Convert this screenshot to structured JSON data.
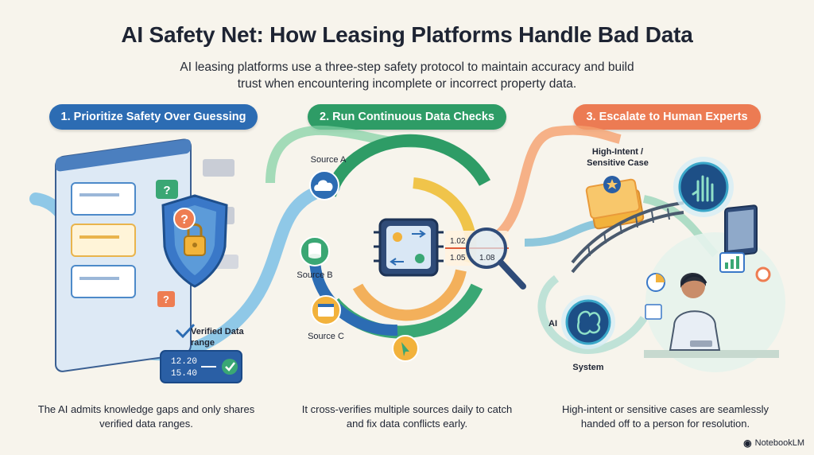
{
  "header": {
    "title": "AI Safety Net: How Leasing Platforms Handle Bad Data",
    "subtitle": "AI leasing platforms use a three-step safety protocol to maintain accuracy and build trust when encountering incomplete or incorrect property data."
  },
  "steps": [
    {
      "label": "1. Prioritize Safety Over Guessing",
      "color": "#2c6cb3",
      "caption": "The AI admits knowledge gaps and only shares verified data ranges.",
      "verified_label": "Verified Data range",
      "range_values": [
        "12.20",
        "15.40"
      ],
      "unknown_glyph": "?"
    },
    {
      "label": "2. Run Continuous Data Checks",
      "color": "#2e9c66",
      "caption": "It cross-verifies multiple sources daily to catch and fix data conflicts early.",
      "sources": [
        "Source A",
        "Source B",
        "Source C"
      ],
      "values_left": [
        "1.02",
        "1.05"
      ],
      "values_right": [
        "1.08"
      ]
    },
    {
      "label": "3. Escalate to Human Experts",
      "color": "#ec7b53",
      "caption": "High-intent or sensitive cases are seamlessly handed off to a person for resolution.",
      "case_label": "High-Intent / Sensitive Case",
      "ai_label": "AI",
      "system_label": "System"
    }
  ],
  "brand": "NotebookLM",
  "icons": [
    "shield-lock-icon",
    "cloud-icon",
    "database-icon",
    "window-icon",
    "processor-icon",
    "magnifier-icon",
    "hand-icon",
    "brain-icon",
    "chart-icon",
    "headset-agent-icon",
    "check-icon",
    "star-icon"
  ]
}
